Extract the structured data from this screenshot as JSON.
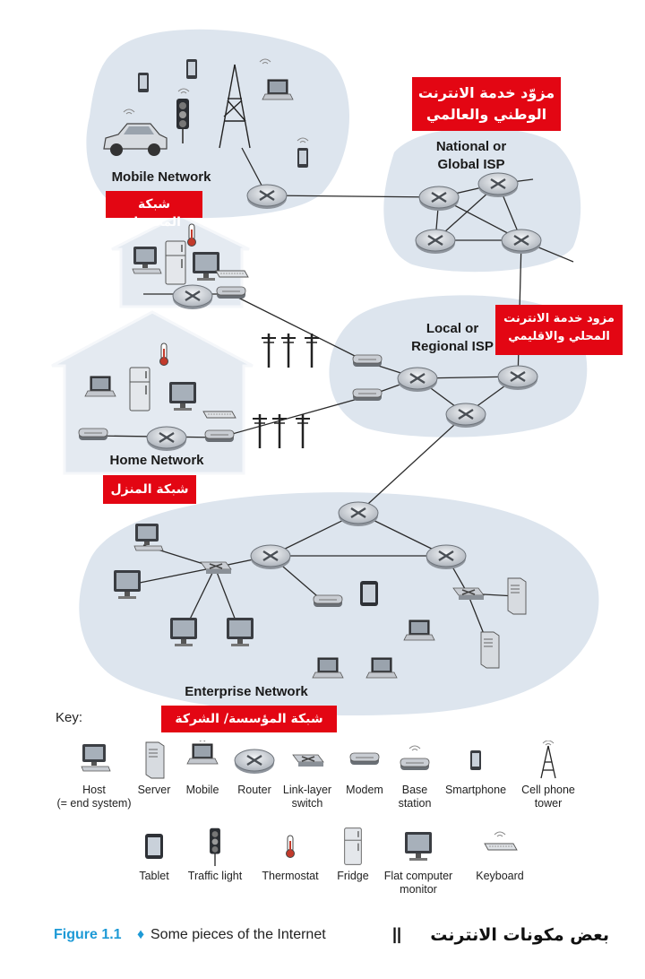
{
  "networks": {
    "mobile": {
      "label": "Mobile Network",
      "arabic": "شبكة المحمول"
    },
    "national": {
      "label_line1": "National or",
      "label_line2": "Global ISP",
      "arabic_line1": "مزوّد خدمة الانترنت",
      "arabic_line2": "الوطني والعالمي"
    },
    "local": {
      "label_line1": "Local or",
      "label_line2": "Regional ISP",
      "arabic_line1": "مزود خدمة الانترنت",
      "arabic_line2": "المحلي والاقليمي"
    },
    "home": {
      "label": "Home Network",
      "arabic": "شبكة المنزل"
    },
    "enterprise": {
      "label": "Enterprise Network",
      "arabic": "شبكة المؤسسة/ الشركة"
    }
  },
  "key": {
    "title": "Key:",
    "row1": [
      {
        "icon": "host-icon",
        "label1": "Host",
        "label2": "(= end system)"
      },
      {
        "icon": "server-icon",
        "label1": "Server",
        "label2": ""
      },
      {
        "icon": "mobile-icon",
        "label1": "Mobile",
        "label2": ""
      },
      {
        "icon": "router-icon",
        "label1": "Router",
        "label2": ""
      },
      {
        "icon": "link-layer-switch-icon",
        "label1": "Link-layer",
        "label2": "switch"
      },
      {
        "icon": "modem-icon",
        "label1": "Modem",
        "label2": ""
      },
      {
        "icon": "base-station-icon",
        "label1": "Base",
        "label2": "station"
      },
      {
        "icon": "smartphone-icon",
        "label1": "Smartphone",
        "label2": ""
      },
      {
        "icon": "cell-phone-tower-icon",
        "label1": "Cell phone",
        "label2": "tower"
      }
    ],
    "row2": [
      {
        "icon": "tablet-icon",
        "label1": "Tablet",
        "label2": ""
      },
      {
        "icon": "traffic-light-icon",
        "label1": "Traffic light",
        "label2": ""
      },
      {
        "icon": "thermostat-icon",
        "label1": "Thermostat",
        "label2": ""
      },
      {
        "icon": "fridge-icon",
        "label1": "Fridge",
        "label2": ""
      },
      {
        "icon": "flat-monitor-icon",
        "label1": "Flat computer",
        "label2": "monitor"
      },
      {
        "icon": "keyboard-icon",
        "label1": "Keyboard",
        "label2": ""
      }
    ]
  },
  "caption": {
    "figure": "Figure 1.1",
    "diamond": "♦",
    "text": "Some pieces of the Internet",
    "separator": "||",
    "arabic": "بعض مكونات الانترنت"
  },
  "colors": {
    "cloud": "#dde5ee",
    "house": "#e4eaf1",
    "arabic_box": "#e30613",
    "figure_blue": "#1e9ad6",
    "router_body": "#d6d9de",
    "line": "#2b2b2b"
  }
}
